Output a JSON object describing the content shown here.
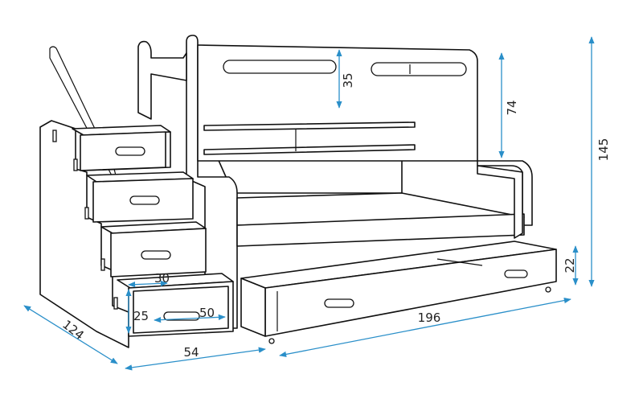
{
  "dimensions": {
    "headboard_slot_height": "35",
    "upper_rail_height": "74",
    "total_height": "145",
    "drawer_height": "22",
    "depth": "124",
    "step_height": "30",
    "step_drawer_height": "25",
    "step_drawer_width": "50",
    "stairs_width": "54",
    "bed_length": "196"
  },
  "colors": {
    "outline": "#111111",
    "dimension_line": "#2a8fc9"
  }
}
